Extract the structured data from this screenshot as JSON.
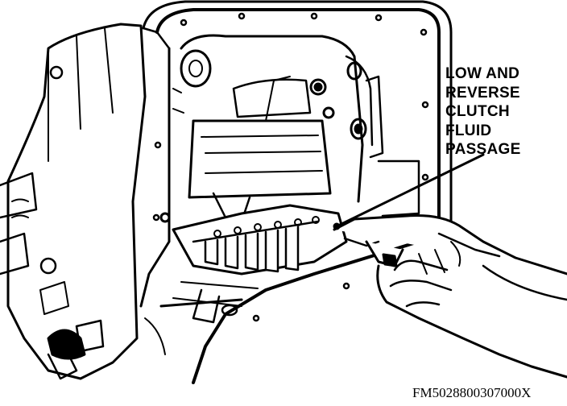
{
  "callout": {
    "lines": [
      "LOW AND",
      "REVERSE",
      "CLUTCH",
      "FLUID",
      "PASSAGE"
    ]
  },
  "figure_id": "FM5028800307000X",
  "colors": {
    "ink": "#000000",
    "paper": "#ffffff"
  }
}
